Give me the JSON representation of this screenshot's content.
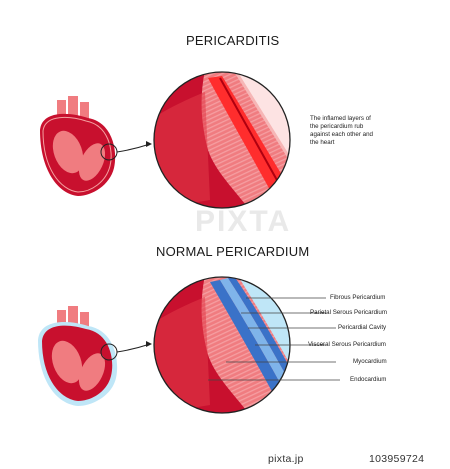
{
  "top_section": {
    "title": "PERICARDITIS",
    "note": [
      "The inflamed layers of",
      "the pericardium rub",
      "against each other and",
      "the heart"
    ]
  },
  "bottom_section": {
    "title": "NORMAL PERICARDIUM",
    "labels": [
      "Fibrous Pericardium",
      "Parietal Serous Pericardium",
      "Pericardial Cavity",
      "Visceral Serous Pericardium",
      "Myocardium",
      "Endocardium"
    ]
  },
  "watermark": "PIXTA",
  "footer": {
    "brand": "pixta.jp",
    "id": "103959724"
  },
  "colors": {
    "heart_red": "#c8102e",
    "muscle_pink": "#f07c80",
    "inflamed_layer": "#e8201f",
    "fibrous_blue": "#bfe6f7",
    "serous_blue": "#3a72c8",
    "cavity_blue": "#7fb4ea"
  }
}
